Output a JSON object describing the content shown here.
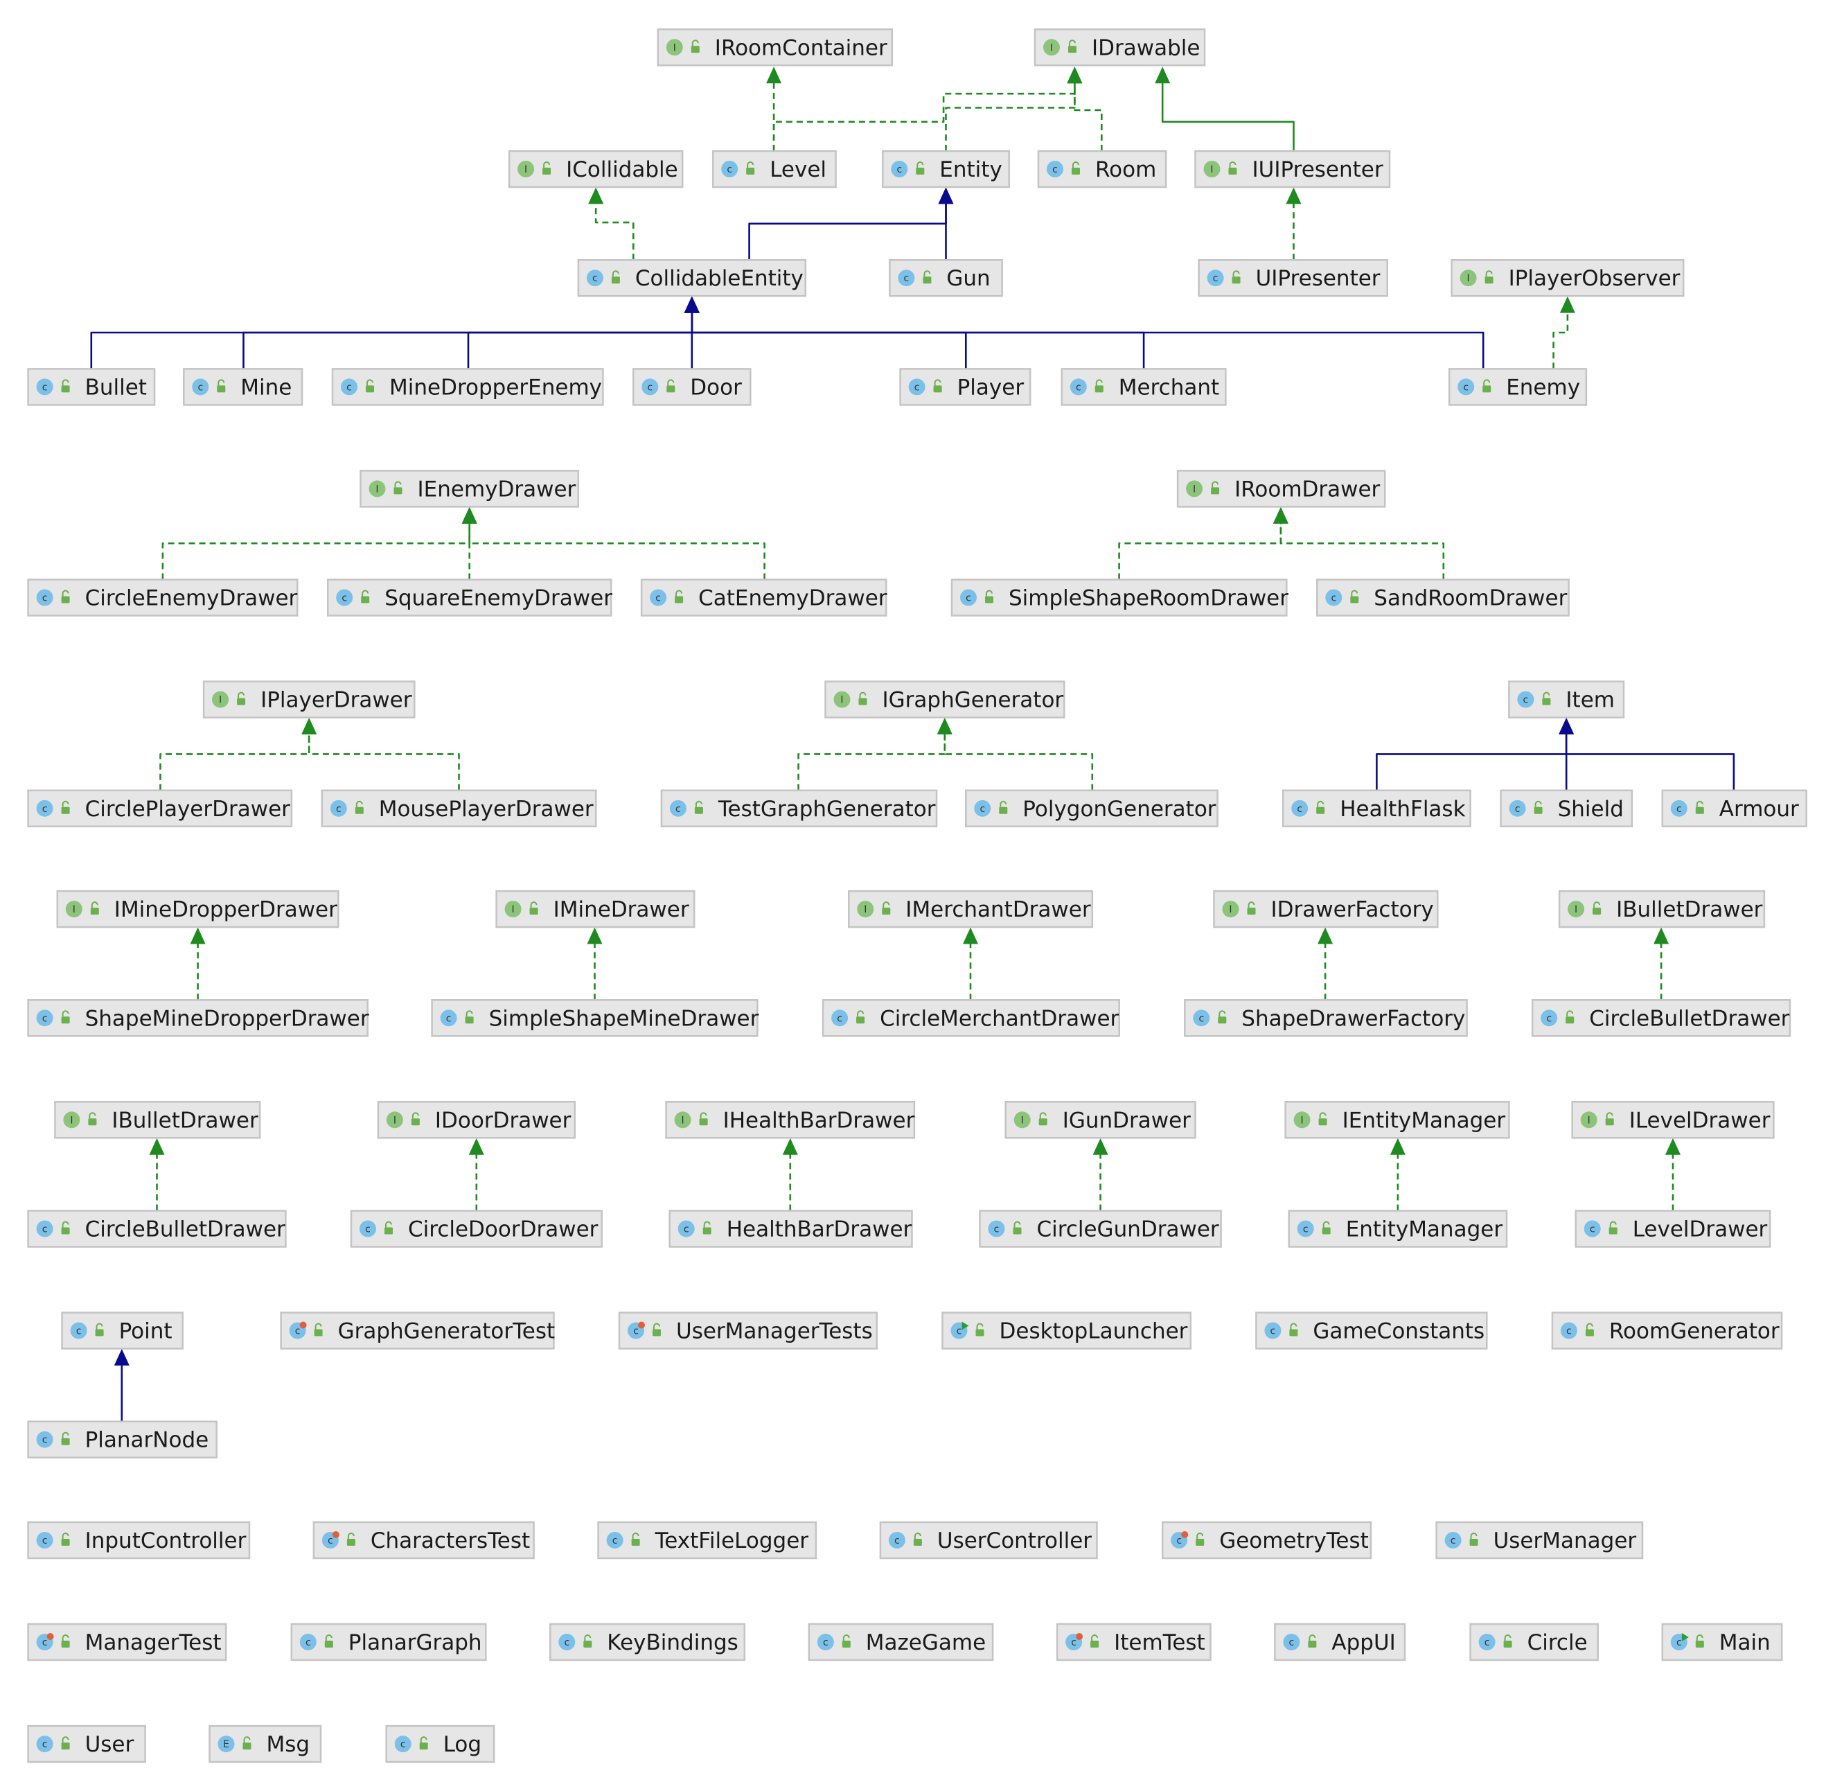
{
  "diagram": {
    "title": "",
    "kinds": {
      "class": {
        "letter": "c",
        "color": "#7bc0e8"
      },
      "interface": {
        "letter": "I",
        "color": "#8cc47a"
      },
      "abstract": {
        "letter": "c",
        "color": "#7bc0e8"
      },
      "test": {
        "letter": "c",
        "color": "#7bc0e8"
      },
      "main": {
        "letter": "c",
        "color": "#7bc0e8"
      },
      "enum": {
        "letter": "E",
        "color": "#7bc0e8"
      }
    },
    "colors": {
      "node_fill": "#e6e6e6",
      "node_border": "#c4c4c4",
      "realization_edge": "#1f8a1f",
      "generalization_edge": "#0a0a8c",
      "visibility_icon": "#6ab04c"
    },
    "nodes": [
      {
        "id": "IRoomContainer",
        "label": "IRoomContainer",
        "kind": "interface"
      },
      {
        "id": "IDrawable",
        "label": "IDrawable",
        "kind": "interface"
      },
      {
        "id": "ICollidable",
        "label": "ICollidable",
        "kind": "interface"
      },
      {
        "id": "Level",
        "label": "Level",
        "kind": "class"
      },
      {
        "id": "Entity",
        "label": "Entity",
        "kind": "abstract"
      },
      {
        "id": "Room",
        "label": "Room",
        "kind": "class"
      },
      {
        "id": "IUIPresenter",
        "label": "IUIPresenter",
        "kind": "interface"
      },
      {
        "id": "CollidableEntity",
        "label": "CollidableEntity",
        "kind": "abstract"
      },
      {
        "id": "Gun",
        "label": "Gun",
        "kind": "class"
      },
      {
        "id": "UIPresenter",
        "label": "UIPresenter",
        "kind": "class"
      },
      {
        "id": "IPlayerObserver",
        "label": "IPlayerObserver",
        "kind": "interface"
      },
      {
        "id": "Bullet",
        "label": "Bullet",
        "kind": "class"
      },
      {
        "id": "Mine",
        "label": "Mine",
        "kind": "class"
      },
      {
        "id": "MineDropperEnemy",
        "label": "MineDropperEnemy",
        "kind": "class"
      },
      {
        "id": "Door",
        "label": "Door",
        "kind": "class"
      },
      {
        "id": "Player",
        "label": "Player",
        "kind": "class"
      },
      {
        "id": "Merchant",
        "label": "Merchant",
        "kind": "class"
      },
      {
        "id": "Enemy",
        "label": "Enemy",
        "kind": "class"
      },
      {
        "id": "IEnemyDrawer",
        "label": "IEnemyDrawer",
        "kind": "interface"
      },
      {
        "id": "IRoomDrawer",
        "label": "IRoomDrawer",
        "kind": "interface"
      },
      {
        "id": "CircleEnemyDrawer",
        "label": "CircleEnemyDrawer",
        "kind": "class"
      },
      {
        "id": "SquareEnemyDrawer",
        "label": "SquareEnemyDrawer",
        "kind": "class"
      },
      {
        "id": "CatEnemyDrawer",
        "label": "CatEnemyDrawer",
        "kind": "class"
      },
      {
        "id": "SimpleShapeRoomDrawer",
        "label": "SimpleShapeRoomDrawer",
        "kind": "class"
      },
      {
        "id": "SandRoomDrawer",
        "label": "SandRoomDrawer",
        "kind": "class"
      },
      {
        "id": "IPlayerDrawer",
        "label": "IPlayerDrawer",
        "kind": "interface"
      },
      {
        "id": "IGraphGenerator",
        "label": "IGraphGenerator",
        "kind": "interface"
      },
      {
        "id": "Item",
        "label": "Item",
        "kind": "abstract"
      },
      {
        "id": "CirclePlayerDrawer",
        "label": "CirclePlayerDrawer",
        "kind": "class"
      },
      {
        "id": "MousePlayerDrawer",
        "label": "MousePlayerDrawer",
        "kind": "class"
      },
      {
        "id": "TestGraphGenerator",
        "label": "TestGraphGenerator",
        "kind": "class"
      },
      {
        "id": "PolygonGenerator",
        "label": "PolygonGenerator",
        "kind": "class"
      },
      {
        "id": "HealthFlask",
        "label": "HealthFlask",
        "kind": "class"
      },
      {
        "id": "Shield",
        "label": "Shield",
        "kind": "class"
      },
      {
        "id": "Armour",
        "label": "Armour",
        "kind": "class"
      },
      {
        "id": "IMineDropperDrawer",
        "label": "IMineDropperDrawer",
        "kind": "interface"
      },
      {
        "id": "IMineDrawer",
        "label": "IMineDrawer",
        "kind": "interface"
      },
      {
        "id": "IMerchantDrawer",
        "label": "IMerchantDrawer",
        "kind": "interface"
      },
      {
        "id": "IDrawerFactory",
        "label": "IDrawerFactory",
        "kind": "interface"
      },
      {
        "id": "IBulletDrawerA",
        "label": "IBulletDrawer",
        "kind": "interface"
      },
      {
        "id": "ShapeMineDropperDrawer",
        "label": "ShapeMineDropperDrawer",
        "kind": "class"
      },
      {
        "id": "SimpleShapeMineDrawer",
        "label": "SimpleShapeMineDrawer",
        "kind": "class"
      },
      {
        "id": "CircleMerchantDrawer",
        "label": "CircleMerchantDrawer",
        "kind": "class"
      },
      {
        "id": "ShapeDrawerFactory",
        "label": "ShapeDrawerFactory",
        "kind": "class"
      },
      {
        "id": "CircleBulletDrawerA",
        "label": "CircleBulletDrawer",
        "kind": "class"
      },
      {
        "id": "IBulletDrawerB",
        "label": "IBulletDrawer",
        "kind": "interface"
      },
      {
        "id": "IDoorDrawer",
        "label": "IDoorDrawer",
        "kind": "interface"
      },
      {
        "id": "IHealthBarDrawer",
        "label": "IHealthBarDrawer",
        "kind": "interface"
      },
      {
        "id": "IGunDrawer",
        "label": "IGunDrawer",
        "kind": "interface"
      },
      {
        "id": "IEntityManager",
        "label": "IEntityManager",
        "kind": "interface"
      },
      {
        "id": "ILevelDrawer",
        "label": "ILevelDrawer",
        "kind": "interface"
      },
      {
        "id": "CircleBulletDrawerB",
        "label": "CircleBulletDrawer",
        "kind": "class"
      },
      {
        "id": "CircleDoorDrawer",
        "label": "CircleDoorDrawer",
        "kind": "class"
      },
      {
        "id": "HealthBarDrawer",
        "label": "HealthBarDrawer",
        "kind": "class"
      },
      {
        "id": "CircleGunDrawer",
        "label": "CircleGunDrawer",
        "kind": "class"
      },
      {
        "id": "EntityManager",
        "label": "EntityManager",
        "kind": "class"
      },
      {
        "id": "LevelDrawer",
        "label": "LevelDrawer",
        "kind": "class"
      },
      {
        "id": "Point",
        "label": "Point",
        "kind": "class"
      },
      {
        "id": "GraphGeneratorTest",
        "label": "GraphGeneratorTest",
        "kind": "test"
      },
      {
        "id": "UserManagerTests",
        "label": "UserManagerTests",
        "kind": "test"
      },
      {
        "id": "DesktopLauncher",
        "label": "DesktopLauncher",
        "kind": "main"
      },
      {
        "id": "GameConstants",
        "label": "GameConstants",
        "kind": "class"
      },
      {
        "id": "RoomGenerator",
        "label": "RoomGenerator",
        "kind": "class"
      },
      {
        "id": "PlanarNode",
        "label": "PlanarNode",
        "kind": "class"
      },
      {
        "id": "InputController",
        "label": "InputController",
        "kind": "class"
      },
      {
        "id": "CharactersTest",
        "label": "CharactersTest",
        "kind": "test"
      },
      {
        "id": "TextFileLogger",
        "label": "TextFileLogger",
        "kind": "class"
      },
      {
        "id": "UserController",
        "label": "UserController",
        "kind": "class"
      },
      {
        "id": "GeometryTest",
        "label": "GeometryTest",
        "kind": "test"
      },
      {
        "id": "UserManager",
        "label": "UserManager",
        "kind": "class"
      },
      {
        "id": "ManagerTest",
        "label": "ManagerTest",
        "kind": "test"
      },
      {
        "id": "PlanarGraph",
        "label": "PlanarGraph",
        "kind": "class"
      },
      {
        "id": "KeyBindings",
        "label": "KeyBindings",
        "kind": "class"
      },
      {
        "id": "MazeGame",
        "label": "MazeGame",
        "kind": "class"
      },
      {
        "id": "ItemTest",
        "label": "ItemTest",
        "kind": "test"
      },
      {
        "id": "AppUI",
        "label": "AppUI",
        "kind": "class"
      },
      {
        "id": "Circle",
        "label": "Circle",
        "kind": "class"
      },
      {
        "id": "Main",
        "label": "Main",
        "kind": "main"
      },
      {
        "id": "User",
        "label": "User",
        "kind": "class"
      },
      {
        "id": "Msg",
        "label": "Msg",
        "kind": "enum"
      },
      {
        "id": "Log",
        "label": "Log",
        "kind": "class"
      }
    ],
    "edges": [
      {
        "from": "Level",
        "to": "IRoomContainer",
        "type": "realization"
      },
      {
        "from": "Level",
        "to": "IDrawable",
        "type": "realization"
      },
      {
        "from": "Entity",
        "to": "IDrawable",
        "type": "realization"
      },
      {
        "from": "Room",
        "to": "IDrawable",
        "type": "realization"
      },
      {
        "from": "IUIPresenter",
        "to": "IDrawable",
        "type": "interface-extension"
      },
      {
        "from": "CollidableEntity",
        "to": "ICollidable",
        "type": "realization"
      },
      {
        "from": "CollidableEntity",
        "to": "Entity",
        "type": "generalization"
      },
      {
        "from": "Gun",
        "to": "Entity",
        "type": "generalization"
      },
      {
        "from": "UIPresenter",
        "to": "IUIPresenter",
        "type": "realization"
      },
      {
        "from": "Bullet",
        "to": "CollidableEntity",
        "type": "generalization"
      },
      {
        "from": "Mine",
        "to": "CollidableEntity",
        "type": "generalization"
      },
      {
        "from": "MineDropperEnemy",
        "to": "CollidableEntity",
        "type": "generalization"
      },
      {
        "from": "Door",
        "to": "CollidableEntity",
        "type": "generalization"
      },
      {
        "from": "Player",
        "to": "CollidableEntity",
        "type": "generalization"
      },
      {
        "from": "Merchant",
        "to": "CollidableEntity",
        "type": "generalization"
      },
      {
        "from": "Enemy",
        "to": "CollidableEntity",
        "type": "generalization"
      },
      {
        "from": "Enemy",
        "to": "IPlayerObserver",
        "type": "realization"
      },
      {
        "from": "CircleEnemyDrawer",
        "to": "IEnemyDrawer",
        "type": "realization"
      },
      {
        "from": "SquareEnemyDrawer",
        "to": "IEnemyDrawer",
        "type": "realization"
      },
      {
        "from": "CatEnemyDrawer",
        "to": "IEnemyDrawer",
        "type": "realization"
      },
      {
        "from": "SimpleShapeRoomDrawer",
        "to": "IRoomDrawer",
        "type": "realization"
      },
      {
        "from": "SandRoomDrawer",
        "to": "IRoomDrawer",
        "type": "realization"
      },
      {
        "from": "CirclePlayerDrawer",
        "to": "IPlayerDrawer",
        "type": "realization"
      },
      {
        "from": "MousePlayerDrawer",
        "to": "IPlayerDrawer",
        "type": "realization"
      },
      {
        "from": "TestGraphGenerator",
        "to": "IGraphGenerator",
        "type": "realization"
      },
      {
        "from": "PolygonGenerator",
        "to": "IGraphGenerator",
        "type": "realization"
      },
      {
        "from": "HealthFlask",
        "to": "Item",
        "type": "generalization"
      },
      {
        "from": "Shield",
        "to": "Item",
        "type": "generalization"
      },
      {
        "from": "Armour",
        "to": "Item",
        "type": "generalization"
      },
      {
        "from": "ShapeMineDropperDrawer",
        "to": "IMineDropperDrawer",
        "type": "realization"
      },
      {
        "from": "SimpleShapeMineDrawer",
        "to": "IMineDrawer",
        "type": "realization"
      },
      {
        "from": "CircleMerchantDrawer",
        "to": "IMerchantDrawer",
        "type": "realization"
      },
      {
        "from": "ShapeDrawerFactory",
        "to": "IDrawerFactory",
        "type": "realization"
      },
      {
        "from": "CircleBulletDrawerA",
        "to": "IBulletDrawerA",
        "type": "realization"
      },
      {
        "from": "CircleBulletDrawerB",
        "to": "IBulletDrawerB",
        "type": "realization"
      },
      {
        "from": "CircleDoorDrawer",
        "to": "IDoorDrawer",
        "type": "realization"
      },
      {
        "from": "HealthBarDrawer",
        "to": "IHealthBarDrawer",
        "type": "realization"
      },
      {
        "from": "CircleGunDrawer",
        "to": "IGunDrawer",
        "type": "realization"
      },
      {
        "from": "EntityManager",
        "to": "IEntityManager",
        "type": "realization"
      },
      {
        "from": "LevelDrawer",
        "to": "ILevelDrawer",
        "type": "realization"
      },
      {
        "from": "PlanarNode",
        "to": "Point",
        "type": "generalization"
      }
    ]
  }
}
